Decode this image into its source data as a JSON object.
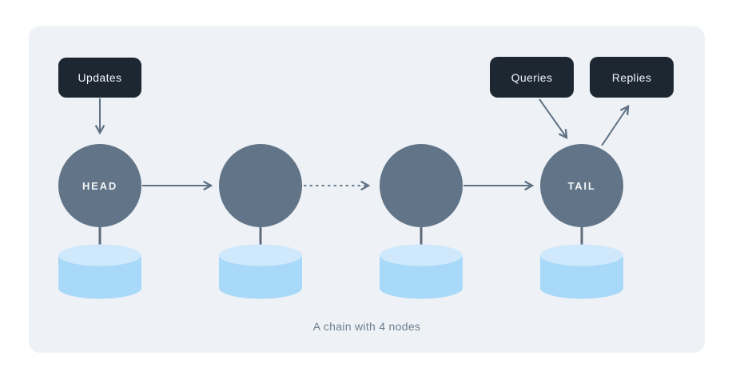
{
  "diagram": {
    "caption": "A chain with 4 nodes",
    "io_labels": {
      "updates": "Updates",
      "queries": "Queries",
      "replies": "Replies"
    },
    "nodes": [
      {
        "role": "head",
        "label": "HEAD"
      },
      {
        "role": "middle",
        "label": ""
      },
      {
        "role": "middle",
        "label": ""
      },
      {
        "role": "tail",
        "label": "TAIL"
      }
    ],
    "colors": {
      "page_bg": "#ffffff",
      "panel_bg": "#eef2f6",
      "label_box_bg": "#1c2732",
      "label_box_text": "#f2f5f7",
      "node_fill": "#627488",
      "node_text": "#f4f6f8",
      "arrow": "#5f7183",
      "dashed_arrow": "#6e8095",
      "disk_body": "#a8d9f8",
      "disk_top": "#cfe8fb",
      "caption_text": "#6b7c8e"
    }
  }
}
